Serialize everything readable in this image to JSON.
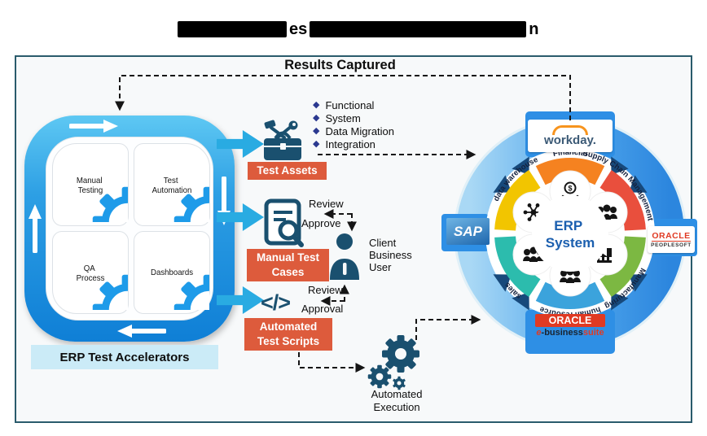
{
  "title": {
    "fragment_1": "es",
    "fragment_2": "n"
  },
  "results_captured": "Results Captured",
  "accelerators": {
    "caption": "ERP Test Accelerators",
    "gears": [
      {
        "line1": "Manual",
        "line2": "Testing"
      },
      {
        "line1": "Test",
        "line2": "Automation"
      },
      {
        "line1": "QA",
        "line2": "Process"
      },
      {
        "line1": "Dashboards",
        "line2": ""
      }
    ]
  },
  "test_assets": {
    "tag": "Test Assets",
    "bullets": [
      "Functional",
      "System",
      "Data Migration",
      "Integration"
    ],
    "bullet_marker": "◆"
  },
  "manual_test_cases": {
    "tag_line1": "Manual Test",
    "tag_line2": "Cases",
    "review": "Review",
    "approve": "Approve"
  },
  "client_business_user": {
    "line1": "Client",
    "line2": "Business",
    "line3": "User"
  },
  "automated_test_scripts": {
    "tag_line1": "Automated",
    "tag_line2": "Test Scripts",
    "review": "Review",
    "approval": "Approval",
    "code_glyph": "</>"
  },
  "automated_execution": {
    "line1": "Automated",
    "line2": "Execution"
  },
  "erp": {
    "center_line1": "ERP",
    "center_line2": "System",
    "segments": [
      {
        "label": "Financial",
        "color": "#F58220"
      },
      {
        "label": "Supply Chain Management",
        "color": "#E94F3D"
      },
      {
        "label": "Manufacturing",
        "color": "#7CB842"
      },
      {
        "label": "human resource",
        "color": "#3BA3DC"
      },
      {
        "label": "sales",
        "color": "#2CBCAD"
      },
      {
        "label": "data warehouse",
        "color": "#F2C500"
      }
    ],
    "logos": {
      "workday": "workday.",
      "sap": "SAP",
      "oracle": "ORACLE",
      "peoplesoft": "PEOPLESOFT",
      "ebs_oracle": "ORACLE",
      "ebs_e": "e",
      "ebs_business": "-business",
      "ebs_suite": "suite"
    }
  },
  "colors": {
    "frame_border": "#2A5B6C",
    "tag_red": "#DD5B3C",
    "flow_arrow_cyan": "#29ABE2",
    "icon_navy": "#1A506F",
    "ring_blue": "#2E8FE5",
    "caption_bg": "#CBEBF7",
    "bullet_blue": "#2B3990",
    "erp_text_blue": "#1B5FAF"
  }
}
